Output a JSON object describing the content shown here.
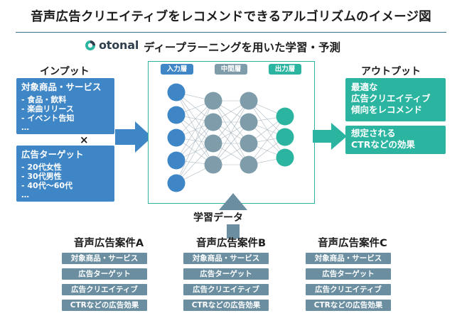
{
  "title": "音声広告クリエイティブをレコメンドできるアルゴリズムのイメージ図",
  "logo": {
    "text": "otonal"
  },
  "subtitle": "ディープラーニングを用いた学習・予測",
  "input": {
    "label": "インプット",
    "box1": {
      "head": "対象商品・サービス",
      "items": [
        "- 食品・飲料",
        "- 楽曲リリース",
        "- イベント告知",
        "…"
      ]
    },
    "cross": "×",
    "box2": {
      "head": "広告ターゲット",
      "items": [
        "- 20代女性",
        "- 30代男性",
        "- 40代〜60代",
        "…"
      ]
    }
  },
  "network": {
    "layers": [
      "入力層",
      "中間層",
      "出力層"
    ]
  },
  "output": {
    "label": "アウトプット",
    "box1": [
      "最適な",
      "広告クリエイティブ",
      "傾向をレコメンド"
    ],
    "box2": [
      "想定される",
      "CTRなどの効果"
    ]
  },
  "training": {
    "label": "学習データ"
  },
  "cases": [
    {
      "title": "音声広告案件A",
      "items": [
        "対象商品・サービス",
        "広告ターゲット",
        "広告クリエイティブ",
        "CTRなどの広告効果"
      ]
    },
    {
      "title": "音声広告案件B",
      "items": [
        "対象商品・サービス",
        "広告ターゲット",
        "広告クリエイティブ",
        "CTRなどの広告効果"
      ]
    },
    {
      "title": "音声広告案件C",
      "items": [
        "対象商品・サービス",
        "広告ターゲット",
        "広告クリエイティブ",
        "CTRなどの広告効果"
      ]
    }
  ],
  "colors": {
    "blue": "#3f86c6",
    "grey_blue": "#6b8fa1",
    "teal": "#2bb5a1",
    "input_tag": "#3f86c6",
    "hidden_tag": "#7f9cab",
    "output_tag": "#2bb5a1"
  }
}
